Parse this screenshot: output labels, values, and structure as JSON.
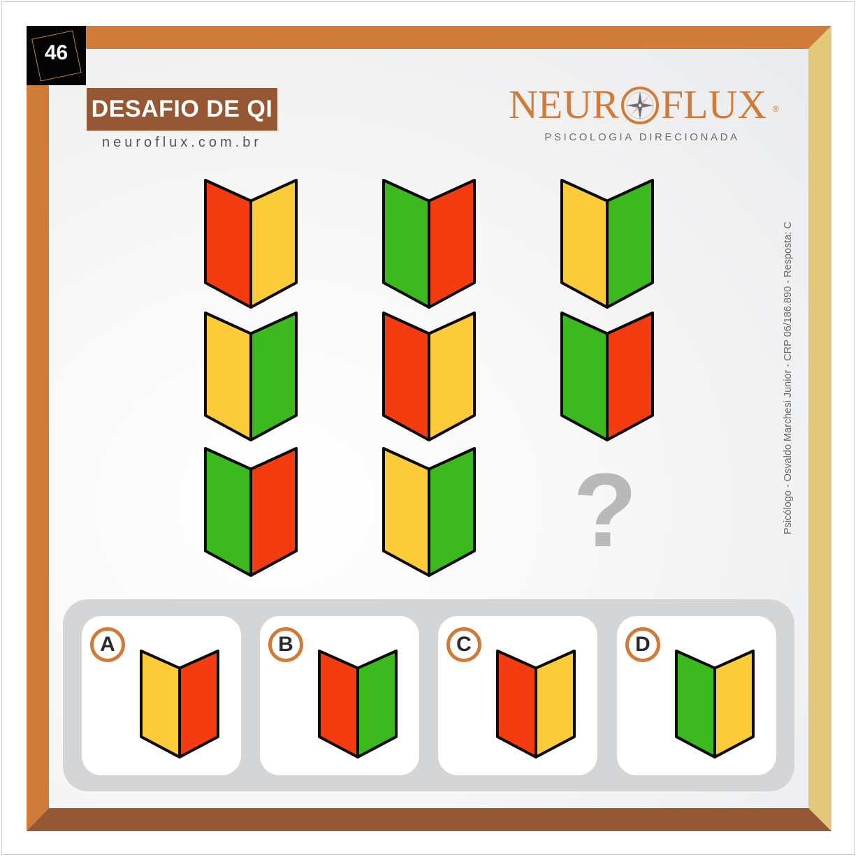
{
  "puzzle_number": "46",
  "title": "DESAFIO DE QI",
  "website": "neuroflux.com.br",
  "brand": {
    "name_left": "NEUR",
    "name_right": "FLUX",
    "registered": "®",
    "tagline": "PSICOLOGIA DIRECIONADA"
  },
  "credit": "Psicólogo - Osvaldo Marchesi Junior - CRP 06/186.890 - Resposta: C",
  "colors": {
    "red": "#f53c10",
    "yellow": "#fbcb3a",
    "green": "#3bb91e",
    "frame_top_left": "#d07b3a",
    "frame_bottom": "#955734",
    "frame_right": "#e3c77a",
    "title_bg": "#955734",
    "option_ring": "#d07b3a",
    "question_mark": "#b9b9b9"
  },
  "grid": [
    {
      "row": 1,
      "col": 1,
      "left": "red",
      "right": "yellow"
    },
    {
      "row": 1,
      "col": 2,
      "left": "green",
      "right": "red"
    },
    {
      "row": 1,
      "col": 3,
      "left": "yellow",
      "right": "green"
    },
    {
      "row": 2,
      "col": 1,
      "left": "yellow",
      "right": "green"
    },
    {
      "row": 2,
      "col": 2,
      "left": "red",
      "right": "yellow"
    },
    {
      "row": 2,
      "col": 3,
      "left": "green",
      "right": "red"
    },
    {
      "row": 3,
      "col": 1,
      "left": "green",
      "right": "red"
    },
    {
      "row": 3,
      "col": 2,
      "left": "yellow",
      "right": "green"
    },
    {
      "row": 3,
      "col": 3,
      "missing": true
    }
  ],
  "question_mark": "?",
  "options": [
    {
      "letter": "A",
      "left": "yellow",
      "right": "red"
    },
    {
      "letter": "B",
      "left": "red",
      "right": "green"
    },
    {
      "letter": "C",
      "left": "red",
      "right": "yellow"
    },
    {
      "letter": "D",
      "left": "green",
      "right": "yellow"
    }
  ]
}
